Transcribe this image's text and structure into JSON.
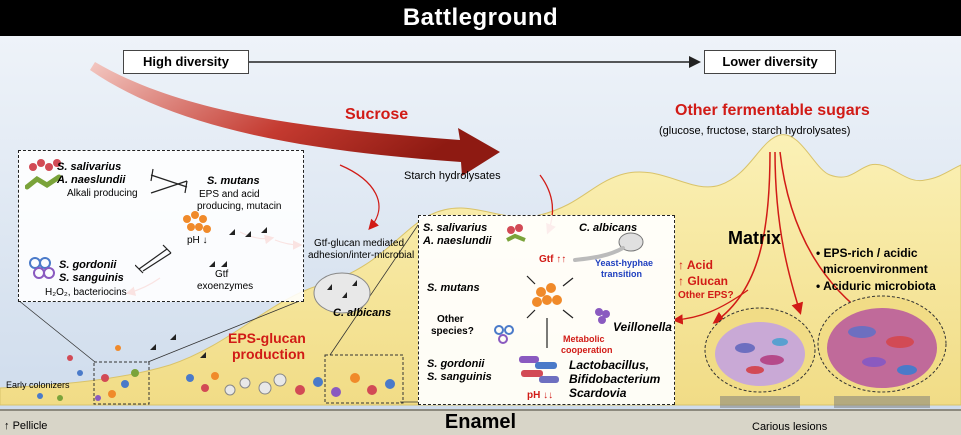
{
  "title": "Battleground",
  "diversity": {
    "high": "High diversity",
    "low": "Lower diversity"
  },
  "sucrose": "Sucrose",
  "sugars": {
    "heading": "Other fermentable sugars",
    "sub": "(glucose, fructose, starch hydrolysates)"
  },
  "starch_hydrolysates": "Starch hydrolysates",
  "left_box": {
    "s_salivarius": "S. salivarius",
    "a_naeslundii": "A. naeslundii",
    "alkali": "Alkali producing",
    "s_mutans": "S. mutans",
    "mutans_desc_1": "EPS and acid",
    "mutans_desc_2": "producing, mutacin",
    "ph": "pH ↓",
    "s_gordonii": "S. gordonii",
    "s_sanguinis": "S. sanguinis",
    "h2o2": "H₂O₂, bacteriocins",
    "gtf": "Gtf",
    "exoenzymes": "exoenzymes"
  },
  "gtf_glucan": {
    "line1": "Gtf-glucan mediated",
    "line2": "adhesion/inter-microbial"
  },
  "c_albicans_mid": "C. albicans",
  "eps_glucan": {
    "line1": "EPS-glucan",
    "line2": "production"
  },
  "center_box": {
    "s_salivarius": "S. salivarius",
    "a_naeslundii": "A. naeslundii",
    "c_albicans": "C. albicans",
    "gtf_up": "Gtf ↑↑",
    "yeast_1": "Yeast-hyphae",
    "yeast_2": "transition",
    "s_mutans": "S. mutans",
    "other_species_1": "Other",
    "other_species_2": "species?",
    "veillonella": "Veillonella",
    "metabolic_1": "Metabolic",
    "metabolic_2": "cooperation",
    "s_gordonii": "S. gordonii",
    "s_sanguinis": "S. sanguinis",
    "lacto": "Lactobacillus,",
    "bifido": "Bifidobacterium",
    "scardovia": "Scardovia",
    "ph_down": "pH ↓↓"
  },
  "matrix": {
    "title": "Matrix",
    "acid": "↑ Acid",
    "glucan": "↑ Glucan",
    "other_eps": "Other EPS?"
  },
  "bullets": [
    "EPS-rich / acidic",
    "microenvironment",
    "Aciduric microbiota"
  ],
  "early_colonizers": "Early colonizers",
  "pellicle": "Pellicle",
  "enamel": "Enamel",
  "carious_lesions": "Carious lesions",
  "colors": {
    "red": "#d11b16",
    "plaque": "#f6e79c",
    "background": "#dbe5f2",
    "enamel": "#d8d5c8"
  }
}
